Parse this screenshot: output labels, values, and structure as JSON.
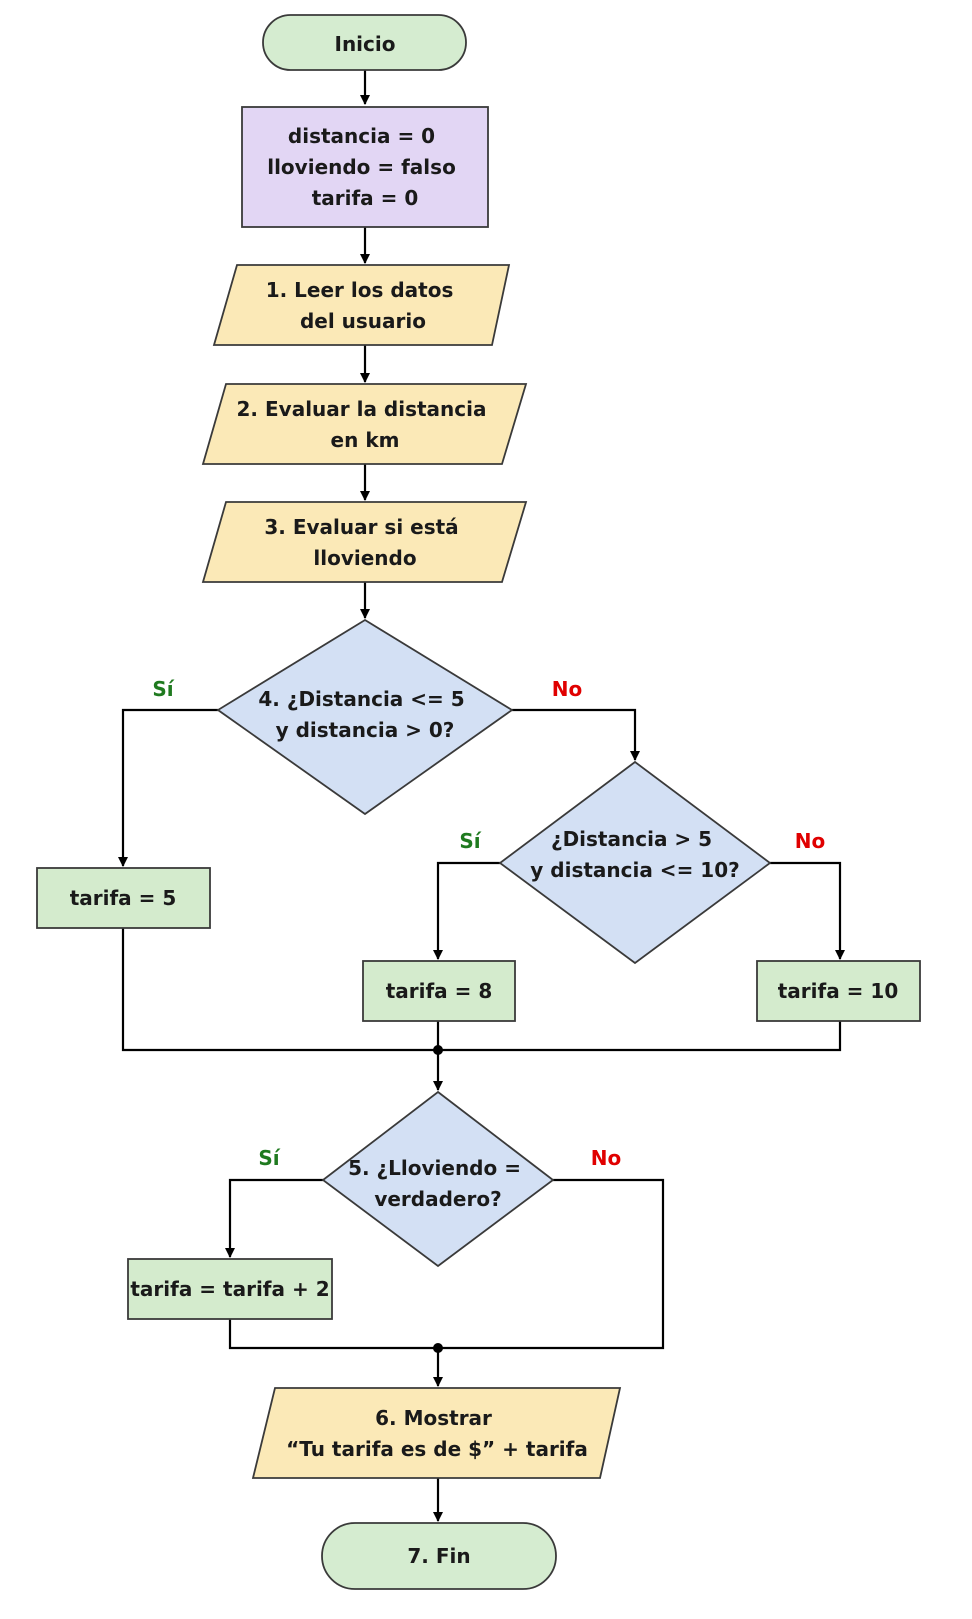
{
  "colors": {
    "terminal": "#d5ecd0",
    "init": "#e2d6f4",
    "io": "#fbe9b7",
    "decision": "#d3e0f4",
    "process": "#d4ebcd",
    "border": "#3a3a3a",
    "yes": "#1f7a1f",
    "no": "#e00000"
  },
  "nodes": {
    "start": {
      "lines": [
        "Inicio"
      ]
    },
    "init": {
      "lines": [
        "distancia = 0",
        "lloviendo = falso",
        "tarifa = 0"
      ]
    },
    "read": {
      "lines": [
        "1. Leer los datos",
        "del usuario"
      ]
    },
    "eval_dist": {
      "lines": [
        "2. Evaluar la distancia",
        "en km"
      ]
    },
    "eval_rain": {
      "lines": [
        "3. Evaluar si está",
        "lloviendo"
      ]
    },
    "dec1": {
      "lines": [
        "4. ¿Distancia <= 5",
        "y distancia > 0?"
      ]
    },
    "tarifa5": {
      "lines": [
        "tarifa = 5"
      ]
    },
    "dec2": {
      "lines": [
        "¿Distancia > 5",
        "y distancia <= 10?"
      ]
    },
    "tarifa8": {
      "lines": [
        "tarifa = 8"
      ]
    },
    "tarifa10": {
      "lines": [
        "tarifa = 10"
      ]
    },
    "dec3": {
      "lines": [
        "5. ¿Lloviendo =",
        "verdadero?"
      ]
    },
    "add2": {
      "lines": [
        "tarifa = tarifa + 2"
      ]
    },
    "show": {
      "lines": [
        "6. Mostrar",
        "“Tu tarifa es de $” + tarifa"
      ]
    },
    "end": {
      "lines": [
        "7. Fin"
      ]
    }
  },
  "branches": {
    "dec1_yes": "Sí",
    "dec1_no": "No",
    "dec2_yes": "Sí",
    "dec2_no": "No",
    "dec3_yes": "Sí",
    "dec3_no": "No"
  }
}
